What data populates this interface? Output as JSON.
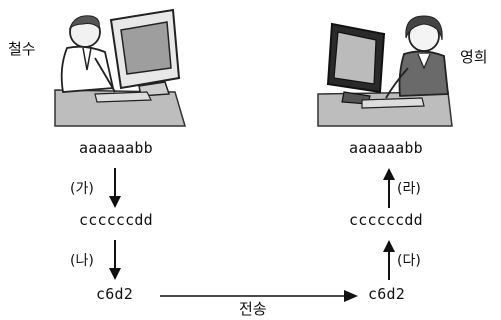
{
  "sender": {
    "name": "철수"
  },
  "receiver": {
    "name": "영희"
  },
  "left": {
    "original": "aaaaaabb",
    "step1_label": "(가)",
    "intermediate": "ccccccdd",
    "step2_label": "(나)",
    "encoded": "c6d2"
  },
  "right": {
    "original": "aaaaaabb",
    "step4_label": "(라)",
    "intermediate": "ccccccdd",
    "step3_label": "(다)",
    "encoded": "c6d2"
  },
  "transmit_label": "전송",
  "icons": {
    "sender": "man-at-computer-illustration",
    "receiver": "woman-at-computer-illustration"
  },
  "colors": {
    "ink": "#111111"
  }
}
